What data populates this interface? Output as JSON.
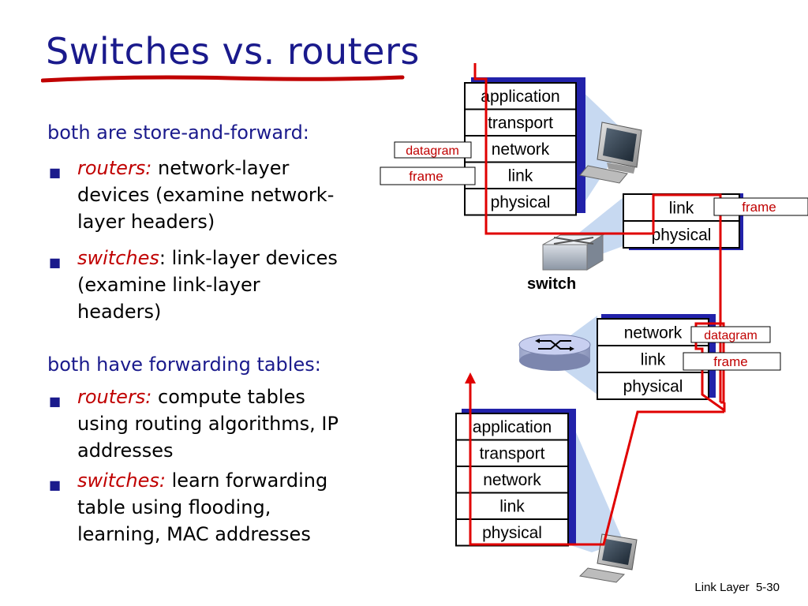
{
  "title": "Switches vs. routers",
  "section1": {
    "heading": "both are store-and-forward:",
    "bullets": [
      {
        "term": "routers:",
        "lines": [
          "network-layer",
          "devices (examine network-",
          "layer headers)"
        ]
      },
      {
        "term": "switches",
        "colon": ":",
        "lines": [
          "link-layer devices",
          "(examine link-layer",
          "headers)"
        ]
      }
    ]
  },
  "section2": {
    "heading": "both have forwarding tables:",
    "bullets": [
      {
        "term": "routers:",
        "lines": [
          "compute tables",
          "using routing algorithms, IP",
          "addresses"
        ]
      },
      {
        "term": "switches:",
        "lines": [
          "learn forwarding",
          "table using flooding,",
          "learning, MAC addresses"
        ]
      }
    ]
  },
  "diagram": {
    "top_host_stack": [
      "application",
      "transport",
      "network",
      "link",
      "physical"
    ],
    "switch_stack": [
      "link",
      "physical"
    ],
    "switch_label": "switch",
    "router_stack": [
      "network",
      "link",
      "physical"
    ],
    "bottom_host_stack": [
      "application",
      "transport",
      "network",
      "link",
      "physical"
    ],
    "tags": {
      "top_datagram": "datagram",
      "top_frame": "frame",
      "switch_frame": "frame",
      "router_datagram": "datagram",
      "router_frame": "frame"
    }
  },
  "footer": {
    "chapter": "Link Layer",
    "page": "5-30"
  },
  "colors": {
    "title": "#1a1a8c",
    "emphasis": "#c00000",
    "path": "#e00000",
    "stack_shadow": "#2222aa"
  }
}
